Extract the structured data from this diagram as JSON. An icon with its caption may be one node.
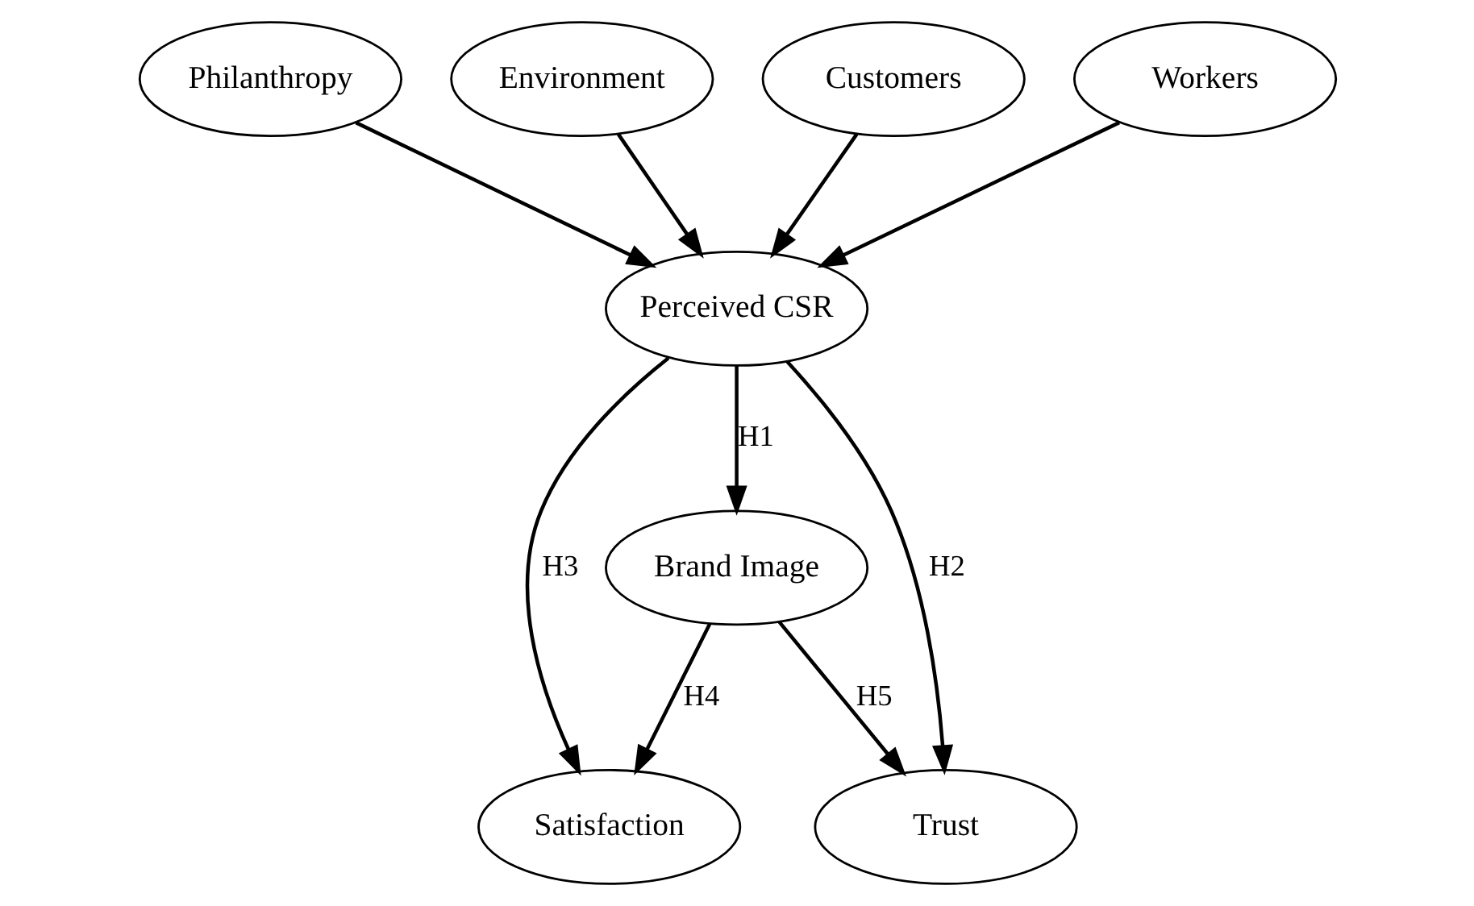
{
  "diagram": {
    "nodes": [
      {
        "text": [
          "Philanthropy"
        ]
      },
      {
        "text": [
          "Environment"
        ]
      },
      {
        "text": [
          "Customers"
        ]
      },
      {
        "text": [
          "Workers"
        ]
      },
      {
        "text": [
          "Perceived CSR"
        ]
      },
      {
        "text": [
          "Brand Image"
        ]
      },
      {
        "text": [
          "Satisfaction"
        ]
      },
      {
        "text": [
          "Trust"
        ]
      }
    ],
    "edges": [
      {
        "from": 0,
        "to": 4,
        "arrow": "to"
      },
      {
        "from": 1,
        "to": 4,
        "arrow": "to"
      },
      {
        "from": 2,
        "to": 4,
        "arrow": "to"
      },
      {
        "from": 3,
        "to": 4,
        "arrow": "to"
      },
      {
        "from": 4,
        "to": 6,
        "arrow": "to",
        "label": "H3"
      },
      {
        "from": 4,
        "to": 5,
        "arrow": "to",
        "label": "H1"
      },
      {
        "from": 4,
        "to": 7,
        "arrow": "to",
        "label": "H2"
      },
      {
        "from": 5,
        "to": 6,
        "arrow": "to",
        "label": "H4"
      },
      {
        "from": 5,
        "to": 7,
        "arrow": "to",
        "label": "H5"
      }
    ]
  }
}
